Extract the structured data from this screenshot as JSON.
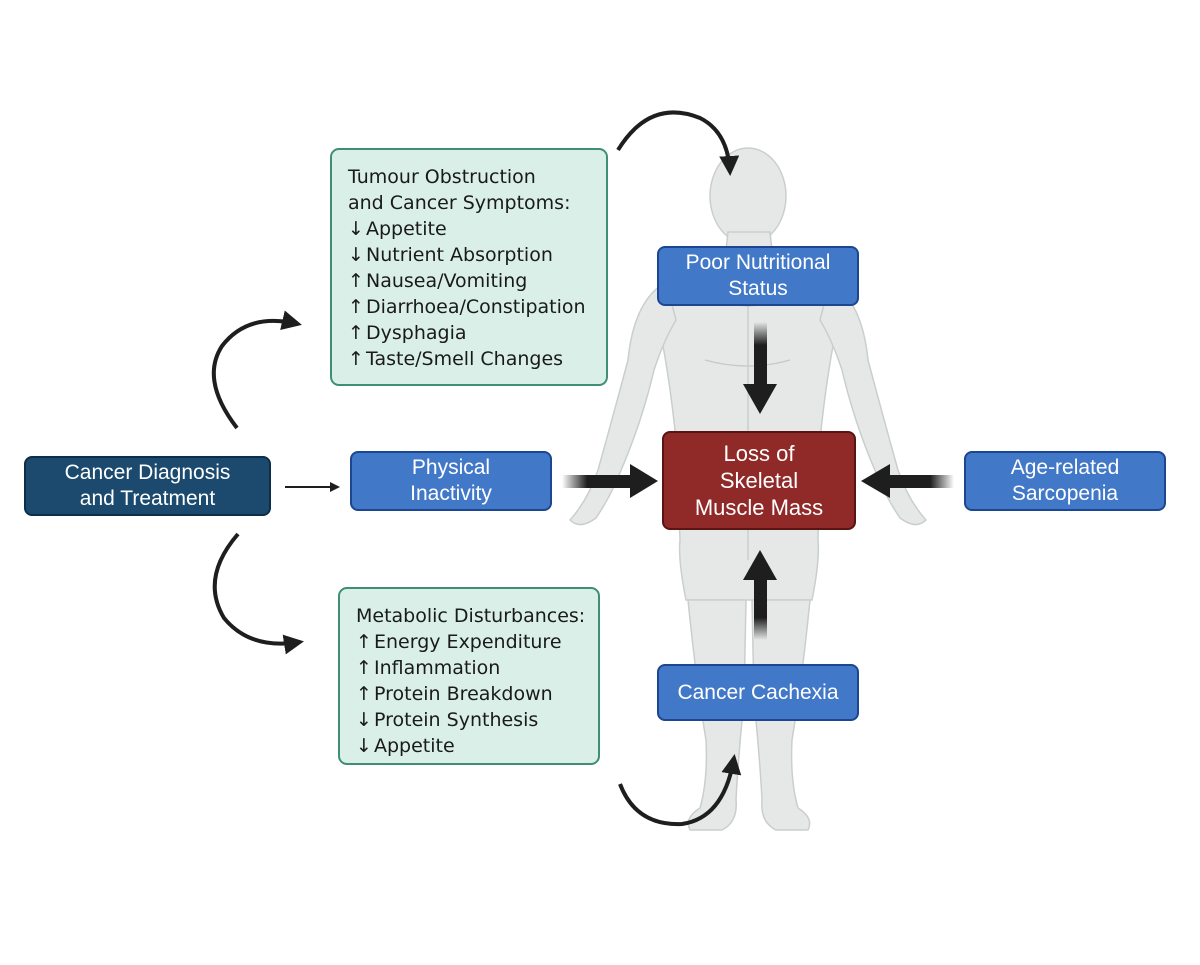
{
  "colors": {
    "blue_box": "#4278c8",
    "navy_box": "#1b4a6e",
    "red_box": "#902a28",
    "note_fill": "#d9efe8",
    "note_border": "#3f8f72",
    "body_silhouette": "#e5e8e7",
    "arrow": "#1e1e1e"
  },
  "nodes": {
    "cancer_diagnosis": [
      "Cancer Diagnosis",
      "and Treatment"
    ],
    "physical_inactivity": [
      "Physical",
      "Inactivity"
    ],
    "poor_nutrition": [
      "Poor Nutritional",
      "Status"
    ],
    "loss_muscle": [
      "Loss of",
      "Skeletal",
      "Muscle Mass"
    ],
    "sarcopenia": [
      "Age-related",
      "Sarcopenia"
    ],
    "cachexia": [
      "Cancer Cachexia"
    ]
  },
  "tumour_box": {
    "header": [
      "Tumour Obstruction",
      "and Cancer Symptoms:"
    ],
    "items": [
      {
        "arrow": "↓",
        "text": "Appetite"
      },
      {
        "arrow": "↓",
        "text": "Nutrient Absorption"
      },
      {
        "arrow": "↑",
        "text": "Nausea/Vomiting"
      },
      {
        "arrow": "↑",
        "text": "Diarrhoea/Constipation"
      },
      {
        "arrow": "↑",
        "text": "Dysphagia"
      },
      {
        "arrow": "↑",
        "text": "Taste/Smell Changes"
      }
    ]
  },
  "metabolic_box": {
    "header": [
      "Metabolic Disturbances:"
    ],
    "items": [
      {
        "arrow": "↑",
        "text": "Energy Expenditure"
      },
      {
        "arrow": "↑",
        "text": "Inflammation"
      },
      {
        "arrow": "↑",
        "text": "Protein Breakdown"
      },
      {
        "arrow": "↓",
        "text": "Protein Synthesis"
      },
      {
        "arrow": "↓",
        "text": "Appetite"
      }
    ]
  }
}
